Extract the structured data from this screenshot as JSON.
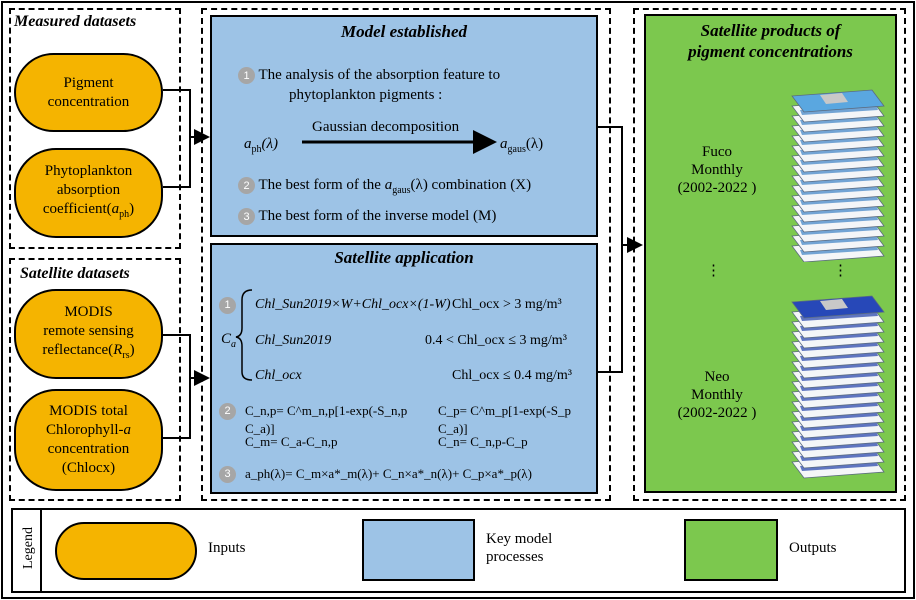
{
  "outer_frame": true,
  "measured": {
    "title": "Measured datasets",
    "pill1": [
      "Pigment",
      "concentration"
    ],
    "pill2": [
      "Phytoplankton",
      "absorption",
      "coefficient(",
      "a",
      "ph",
      ")"
    ]
  },
  "satellite_ds": {
    "title": "Satellite datasets",
    "pill1": [
      "MODIS",
      "remote sensing",
      "reflectance(",
      "R",
      "rs",
      ")"
    ],
    "pill2": [
      "MODIS total",
      "Chlorophyll-",
      "a",
      "concentration",
      "(Chlocx)"
    ]
  },
  "model": {
    "title": "Model established",
    "step1_num": "1",
    "step1_line1": "The analysis of the absorption feature to",
    "step1_line2": "phytoplankton pigments :",
    "arrow_label": "Gaussian decomposition",
    "left_term": "a",
    "left_sub": "ph",
    "left_arg": "(λ)",
    "right_term": "a",
    "right_sub": "gaus",
    "right_arg": "(λ)",
    "step2_num": "2",
    "step2_pre": "The best form of the ",
    "step2_term": "a",
    "step2_sub": "gaus",
    "step2_post": "(λ) combination (X)",
    "step3_num": "3",
    "step3_text": "The best form of the inverse model (M)"
  },
  "sat_app": {
    "title": "Satellite application",
    "num1": "1",
    "ca": "C",
    "ca_sub": "a",
    "case1_left": "Chl_Sun2019×W+Chl_ocx×(1-W)",
    "case1_right": "Chl_ocx > 3 mg/m³",
    "case2_left": "Chl_Sun2019",
    "case2_right": "0.4 < Chl_ocx ≤ 3 mg/m³",
    "case3_left": "Chl_ocx",
    "case3_right": "Chl_ocx ≤ 0.4 mg/m³",
    "num2": "2",
    "eq2a": "C_n,p= C^m_n,p[1-exp(-S_n,p C_a)]",
    "eq2b": "C_p= C^m_p[1-exp(-S_p C_a)]",
    "eq2c": "C_m= C_a-C_n,p",
    "eq2d": "C_n= C_n,p-C_p",
    "num3": "3",
    "eq3": "a_ph(λ)= C_m×a*_m(λ)+ C_n×a*_n(λ)+ C_p×a*_p(λ)"
  },
  "products": {
    "title_line1": "Satellite products of",
    "title_line2": "pigment concentrations",
    "fuco_name": "Fuco",
    "fuco_freq": "Monthly",
    "fuco_years": "(2002-2022 )",
    "dots1": "⋮",
    "dots2": "⋮",
    "neo_name": "Neo",
    "neo_freq": "Monthly",
    "neo_years": "(2002-2022 )"
  },
  "legend": {
    "label": "Legend",
    "inputs": "Inputs",
    "key_line1": "Key model",
    "key_line2": "processes",
    "outputs": "Outputs"
  },
  "colors": {
    "input": "#f5b400",
    "process": "#9dc3e6",
    "output": "#7cc84e"
  }
}
